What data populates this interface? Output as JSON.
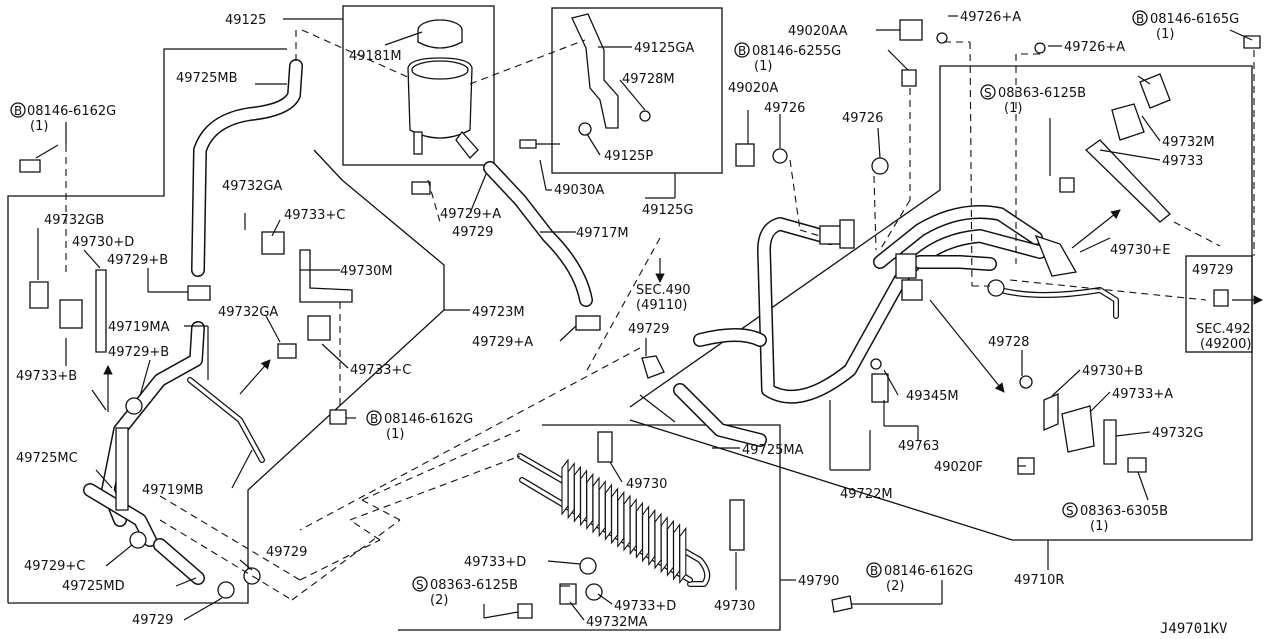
{
  "diagram_code": "J49701KV",
  "labels": {
    "p49125": "49125",
    "p49181M": "49181M",
    "p49125GA": "49125GA",
    "p49728M": "49728M",
    "p49125P": "49125P",
    "p49030A": "49030A",
    "p49125G": "49125G",
    "p49725MB": "49725MB",
    "bolt_top_left": "08146-6162G",
    "bolt_top_left_qty": "(1)",
    "p49732GA_a": "49732GA",
    "p49733C_a": "49733+C",
    "p49732GB": "49732GB",
    "p49730D": "49730+D",
    "p49729B_a": "49729+B",
    "p49730M": "49730M",
    "p49729A_a": "49729+A",
    "p49729_a": "49729",
    "p49717M": "49717M",
    "p49719MA": "49719MA",
    "p49732GA_b": "49732GA",
    "p49729B_b": "49729+B",
    "p49723M": "49723M",
    "p49733B": "49733+B",
    "p49733C_b": "49733+C",
    "sec490": "SEC.490",
    "sec490_sub": "(49110)",
    "p49729A_b": "49729+A",
    "p49729_b": "49729",
    "bolt_mid_left": "08146-6162G",
    "bolt_mid_left_qty": "(1)",
    "p49725MC": "49725MC",
    "p49719MB": "49719MB",
    "p49729C": "49729+C",
    "p49725MD": "49725MD",
    "p49729_c": "49729",
    "p49729_d": "49729",
    "p49730_a": "49730",
    "p49733D_a": "49733+D",
    "screw_bottom": "08363-6125B",
    "screw_bottom_qty": "(2)",
    "p49733D_b": "49733+D",
    "p49732MA": "49732MA",
    "p49730_b": "49730",
    "p49790": "49790",
    "bolt_bottom_mid": "08146-6162G",
    "bolt_bottom_mid_qty": "(2)",
    "p49020AA": "49020AA",
    "p49726A_a": "49726+A",
    "bolt_top_mid": "08146-6255G",
    "bolt_top_mid_qty": "(1)",
    "p49020A": "49020A",
    "p49726_a": "49726",
    "p49726_b": "49726",
    "p49726A_b": "49726+A",
    "bolt_top_right": "08146-6165G",
    "bolt_top_right_qty": "(1)",
    "screw_top_right": "08363-6125B",
    "screw_top_right_qty": "(1)",
    "p49732M": "49732M",
    "p49733": "49733",
    "p49730E": "49730+E",
    "p49729_e": "49729",
    "sec492": "SEC.492",
    "sec492_sub": "(49200)",
    "p49728": "49728",
    "p49730B": "49730+B",
    "p49733A": "49733+A",
    "p49732G": "49732G",
    "p49345M": "49345M",
    "p49763": "49763",
    "p49020F": "49020F",
    "p49725MA": "49725MA",
    "p49722M": "49722M",
    "screw_right": "08363-6305B",
    "screw_right_qty": "(1)",
    "p49710R": "49710R"
  },
  "symbols": {
    "bolt_marker": "B",
    "screw_marker": "S"
  }
}
